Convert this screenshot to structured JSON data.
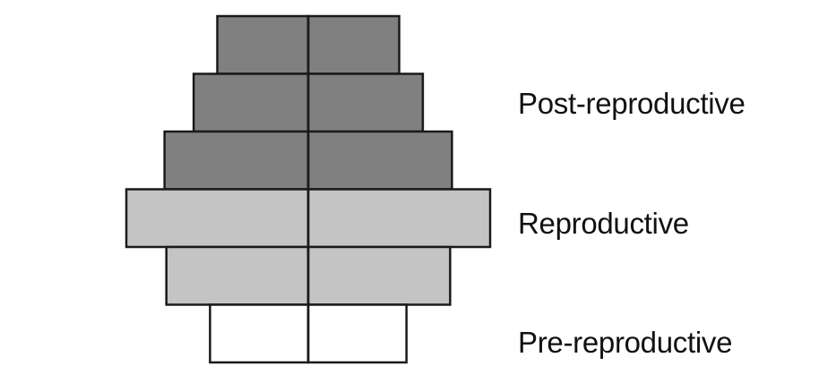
{
  "diagram": {
    "type": "age-structure-pyramid",
    "groups": [
      {
        "key": "post",
        "label": "Post-reproductive",
        "color": "#808080"
      },
      {
        "key": "repro",
        "label": "Reproductive",
        "color": "#c4c4c4"
      },
      {
        "key": "pre",
        "label": "Pre-reproductive",
        "color": "#ffffff"
      }
    ],
    "bars": [
      {
        "group": "post",
        "left": 0.5,
        "right": 0.5
      },
      {
        "group": "post",
        "left": 0.63,
        "right": 0.63
      },
      {
        "group": "post",
        "left": 0.79,
        "right": 0.79
      },
      {
        "group": "repro",
        "left": 1.0,
        "right": 1.0
      },
      {
        "group": "repro",
        "left": 0.78,
        "right": 0.78
      },
      {
        "group": "pre",
        "left": 0.54,
        "right": 0.54
      }
    ],
    "outline_color": "#1a1a1a"
  }
}
